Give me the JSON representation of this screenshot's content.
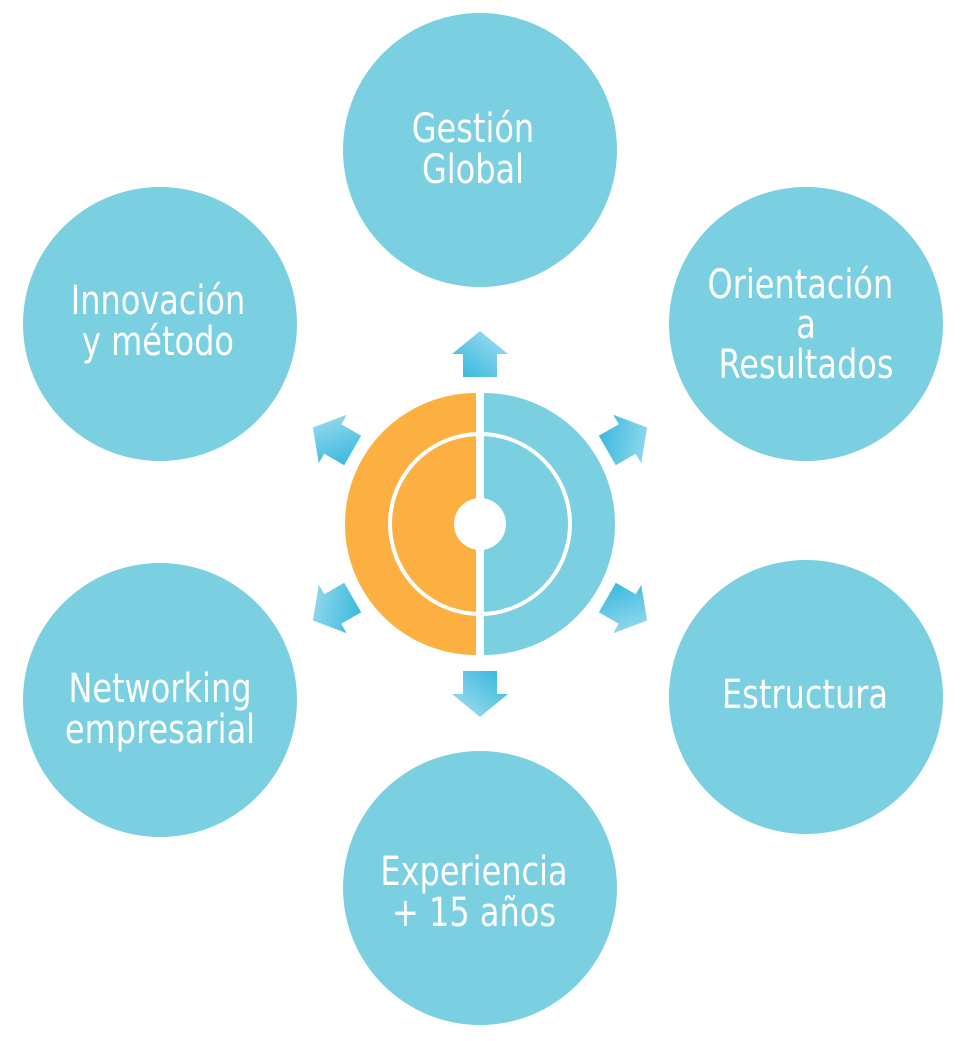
{
  "colors": {
    "circle": "#7acfe0",
    "orange": "#fbb041",
    "arrow_dark": "#2fb5db",
    "arrow_light": "#a9e0f1"
  },
  "nodes": [
    {
      "id": "gestion",
      "lines": [
        "Gestión",
        "Global"
      ]
    },
    {
      "id": "orientacion",
      "lines": [
        "Orientación",
        "a",
        "Resultados"
      ]
    },
    {
      "id": "estructura",
      "lines": [
        "Estructura"
      ]
    },
    {
      "id": "experiencia",
      "lines": [
        "Experiencia",
        "+ 15 años"
      ]
    },
    {
      "id": "networking",
      "lines": [
        "Networking",
        "empresarial"
      ]
    },
    {
      "id": "innovacion",
      "lines": [
        "Innovación",
        "y método"
      ]
    }
  ]
}
